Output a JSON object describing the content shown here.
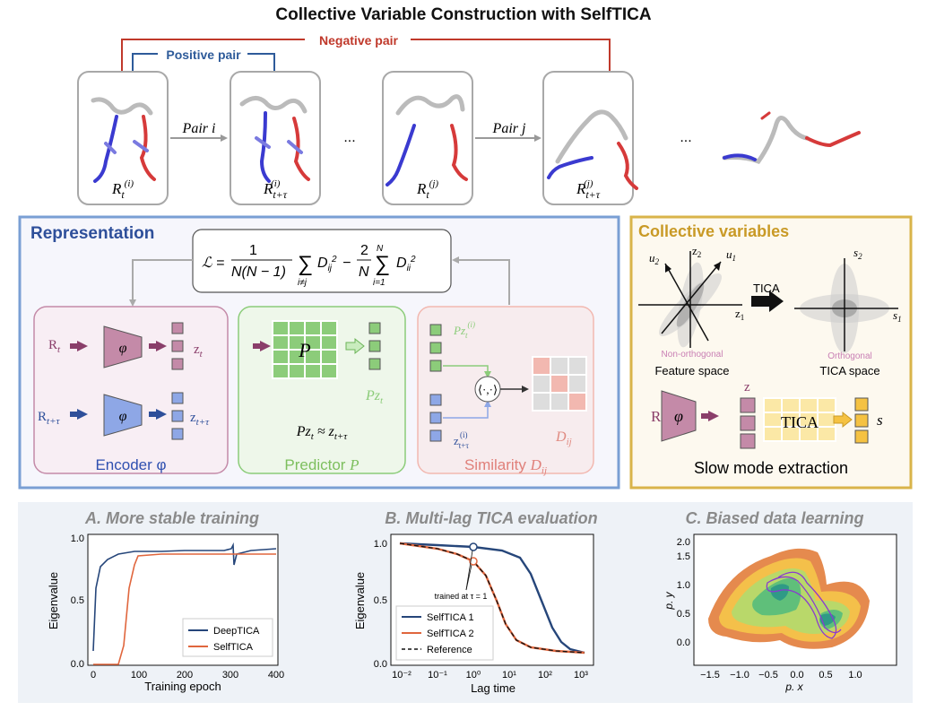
{
  "title": "Collective Variable Construction with SelfTICA",
  "pairs": {
    "positive_label": "Positive pair",
    "negative_label": "Negative pair",
    "pair_i_label": "Pair i",
    "pair_j_label": "Pair j",
    "ellipsis": "...",
    "frame_labels": [
      "R_t^(i)",
      "R_t+τ^(i)",
      "R_t^(j)",
      "R_t+τ^(j)"
    ]
  },
  "representation": {
    "title": "Representation",
    "loss": "ℒ = 1/(N(N−1)) Σ_{i≠j} D_ij² − 2/N Σ_{i=1}^{N} D_ii²",
    "encoder": {
      "caption": "Encoder φ",
      "phi": "φ",
      "in_t": "R",
      "in_tau": "R",
      "out_t": "z",
      "out_tau": "z"
    },
    "predictor": {
      "caption": "Predictor P",
      "matrix": "P",
      "output": "Pz",
      "equation": "Pz ≈ z"
    },
    "similarity": {
      "caption": "Similarity D",
      "top": "Pz",
      "bottom": "z",
      "inner": "⟨·,·⟩",
      "matrix": "D"
    }
  },
  "collective": {
    "title": "Collective variables",
    "left_axes": [
      "u2",
      "z2",
      "u1",
      "z1"
    ],
    "right_axes": [
      "s2",
      "s1"
    ],
    "arrow_label": "TICA",
    "left_note": "Non-orthogonal",
    "left_caption": "Feature space",
    "right_note": "Orthogonal",
    "right_caption": "TICA space",
    "pipe_in": "R",
    "pipe_phi": "φ",
    "pipe_z": "z",
    "pipe_tica": "TICA",
    "pipe_s": "s",
    "footer": "Slow mode extraction"
  },
  "colors": {
    "repr_border": "#7a9fd4",
    "cv_border": "#d9b44a",
    "encoder": "#c48aa8",
    "predictor": "#8ccc7a",
    "similarity": "#f2b8b0",
    "deep": "#26467a",
    "self": "#e0663d"
  },
  "charts": [
    {
      "type": "line",
      "title": "A. More stable training",
      "xlabel": "Training epoch",
      "ylabel": "Eigenvalue",
      "xticks": [
        "0",
        "100",
        "200",
        "300",
        "400"
      ],
      "yticks": [
        "0.0",
        "0.5",
        "1.0"
      ],
      "legend": [
        "DeepTICA",
        "SelfTICA"
      ]
    },
    {
      "type": "line",
      "title": "B. Multi-lag TICA evaluation",
      "xlabel": "Lag time",
      "ylabel": "Eigenvalue",
      "xticks": [
        "10⁻²",
        "10⁻¹",
        "10⁰",
        "10¹",
        "10²",
        "10³"
      ],
      "yticks": [
        "0.0",
        "0.5",
        "1.0"
      ],
      "annotation": "trained at τ = 1",
      "legend": [
        "SelfTICA 1",
        "SelfTICA 2",
        "Reference"
      ]
    },
    {
      "type": "heatmap",
      "title": "C. Biased data learning",
      "xlabel": "p. x",
      "ylabel": "p. y",
      "xticks": [
        "−1.5",
        "−1.0",
        "−0.5",
        "0.0",
        "0.5",
        "1.0"
      ],
      "yticks": [
        "0.0",
        "0.5",
        "1.0",
        "1.5",
        "2.0"
      ]
    }
  ]
}
